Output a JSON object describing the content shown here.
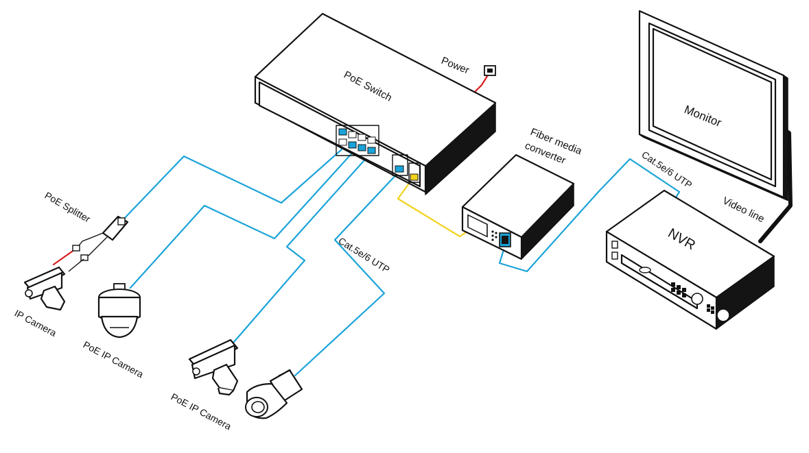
{
  "colors": {
    "cable_utp": "#1aa3d9",
    "cable_fiber": "#f2d21b",
    "cable_power": "#d61f1f",
    "outline": "#111111"
  },
  "labels": {
    "poe_switch": "PoE  Switch",
    "power": "Power",
    "fiber_media_converter_line1": "Fiber media",
    "fiber_media_converter_line2": "converter",
    "monitor": "Monitor",
    "nvr": "NVR",
    "video_line": "Video line",
    "cat_utp_nvr": "Cat.5e/6 UTP",
    "cat_utp_camera": "Cat.5e/6 UTP",
    "poe_splitter": "PoE Splitter",
    "ip_camera": "IP Camera",
    "poe_ip_camera_dome": "PoE IP Camera",
    "poe_ip_camera_box": "PoE IP Camera"
  }
}
